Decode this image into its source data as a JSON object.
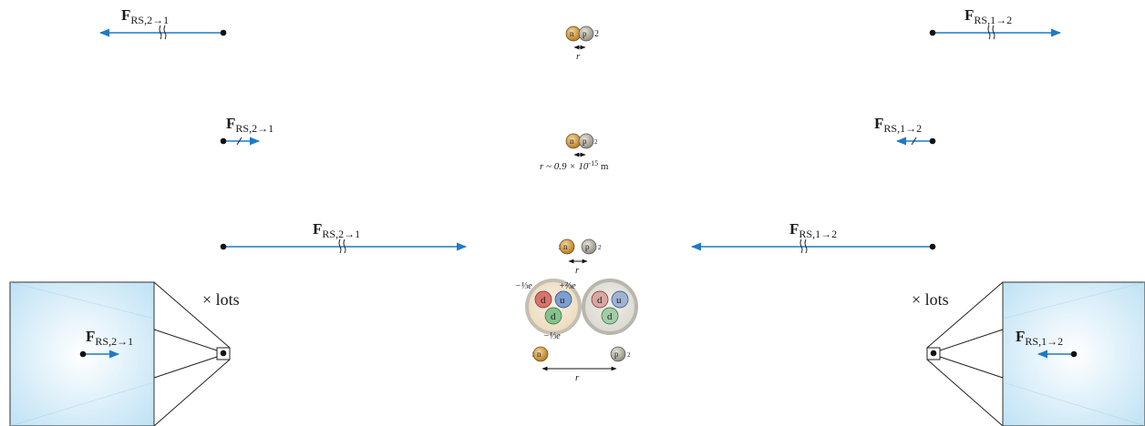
{
  "force_labels": {
    "F": "F",
    "sub_2_1": "RS,2→1",
    "sub_1_2": "RS,1→2"
  },
  "particle_labels": {
    "n": "n",
    "p": "p",
    "idx_1": "1",
    "idx_2": "2"
  },
  "separation": {
    "r": "r",
    "r_value": "r ~ 0.9 × 10",
    "r_exp": "-15",
    "r_unit": " m"
  },
  "charges": {
    "d_left": "−⅓e",
    "u_right": "+⅔e",
    "d_bottom": "−⅓e"
  },
  "quarks": {
    "d": "d",
    "u": "u"
  },
  "multiplier": "× lots",
  "colors": {
    "arrow": "#1f7ac6",
    "neutron": "#c98a2e",
    "proton": "#a7a69b",
    "quark_d": "#c95048",
    "quark_u": "#4f79b5",
    "quark_green": "#5aa564",
    "lens_fill": "#bfe2f5"
  }
}
